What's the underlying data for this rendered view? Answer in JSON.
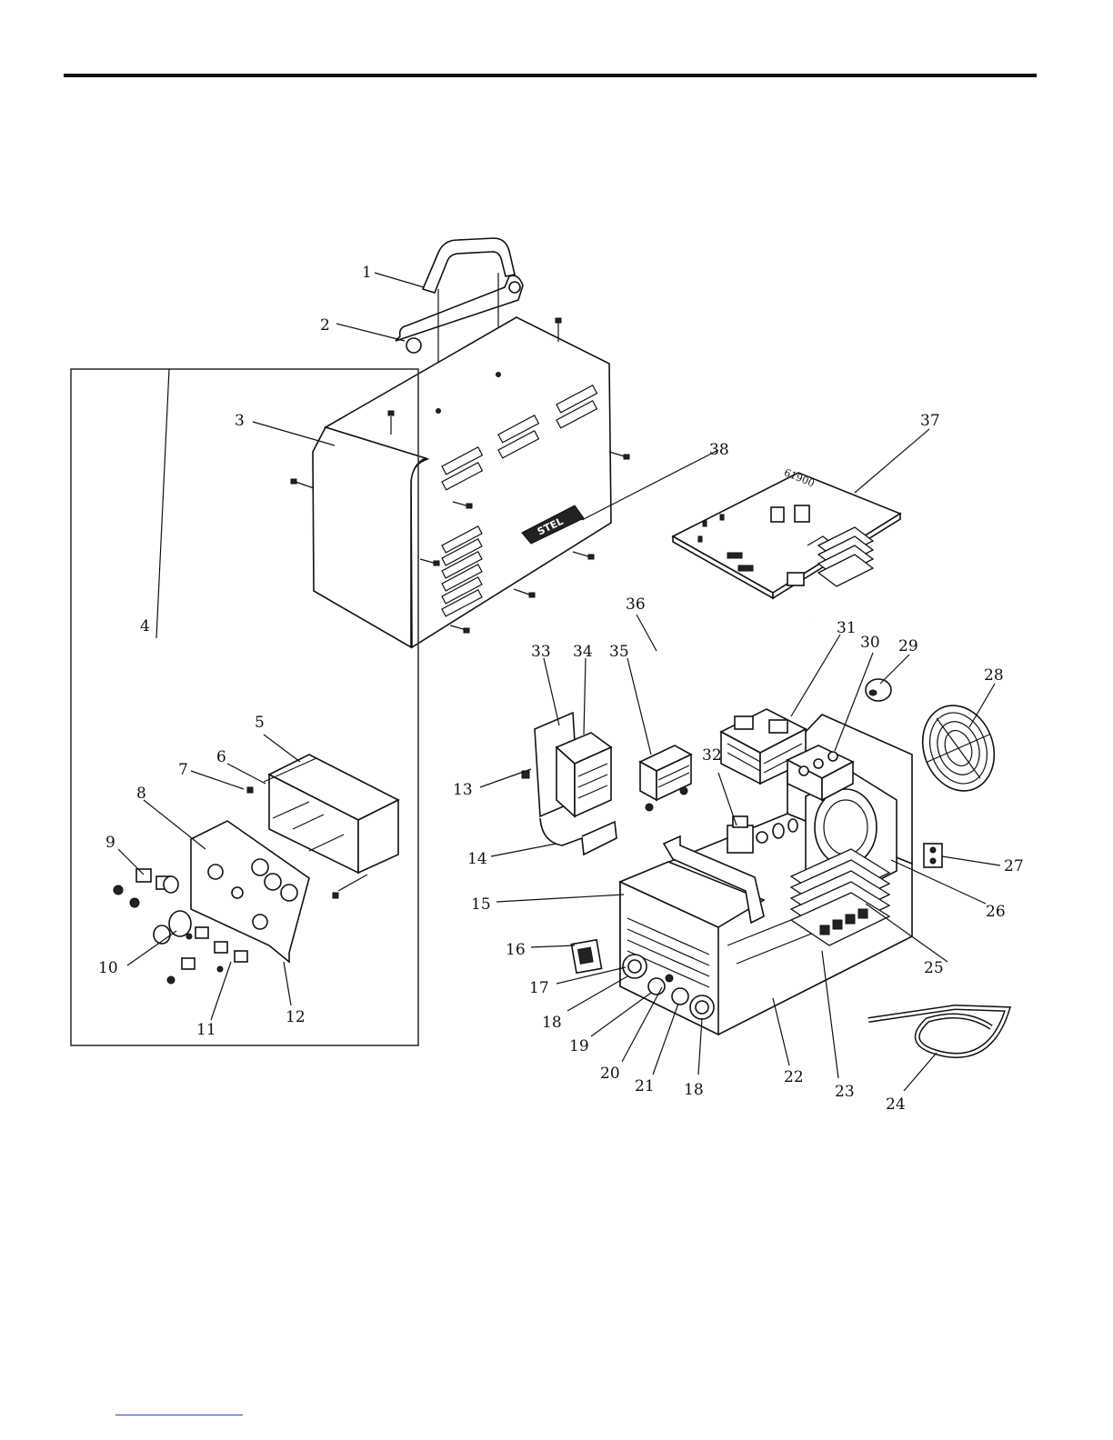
{
  "diagram": {
    "type": "exploded parts diagram",
    "callouts": [
      "1",
      "2",
      "3",
      "4",
      "5",
      "6",
      "7",
      "8",
      "9",
      "10",
      "11",
      "12",
      "13",
      "14",
      "15",
      "16",
      "17",
      "18",
      "19",
      "20",
      "21",
      "18",
      "22",
      "23",
      "24",
      "25",
      "26",
      "27",
      "28",
      "29",
      "30",
      "31",
      "32",
      "33",
      "34",
      "35",
      "36",
      "37",
      "38"
    ],
    "logo_text": "STEL"
  }
}
